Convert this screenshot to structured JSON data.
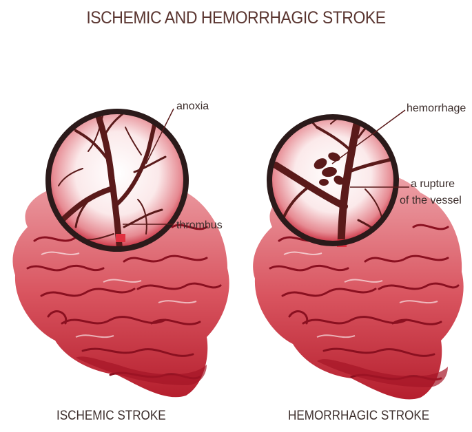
{
  "title": "ISCHEMIC AND HEMORRHAGIC STROKE",
  "panels": [
    {
      "caption": "ISCHEMIC STROKE",
      "labels": [
        "anoxia",
        "thrombus"
      ]
    },
    {
      "caption": "HEMORRHAGIC STROKE",
      "labels": [
        "hemorrhage",
        "a rupture",
        "of the vessel"
      ]
    }
  ],
  "colors": {
    "brain": "#c8283a",
    "brain_light": "#e88a92",
    "vessel": "#5a1a1a",
    "text": "#3a2c2a"
  }
}
